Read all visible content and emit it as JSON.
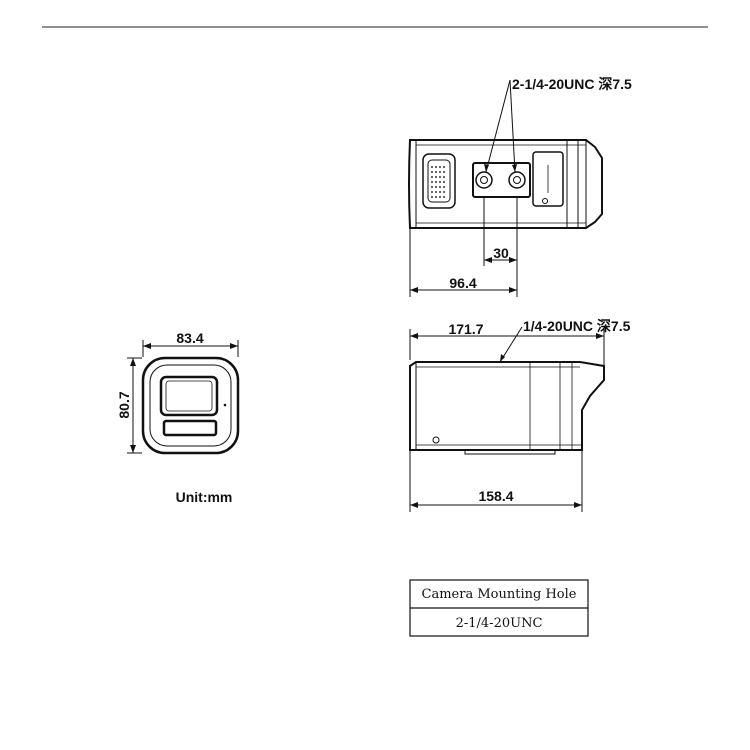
{
  "dimensions": {
    "front_width": "83.4",
    "front_height": "80.7",
    "hole_spacing": "30",
    "hole_offset": "96.4",
    "body_length": "171.7",
    "base_length": "158.4"
  },
  "callouts": {
    "bottom_holes": "2-1/4-20UNC 深7.5",
    "side_hole": "1/4-20UNC 深7.5"
  },
  "unit_label": "Unit:mm",
  "mounting_table": {
    "header": "Camera Mounting Hole",
    "value": "2-1/4-20UNC"
  }
}
